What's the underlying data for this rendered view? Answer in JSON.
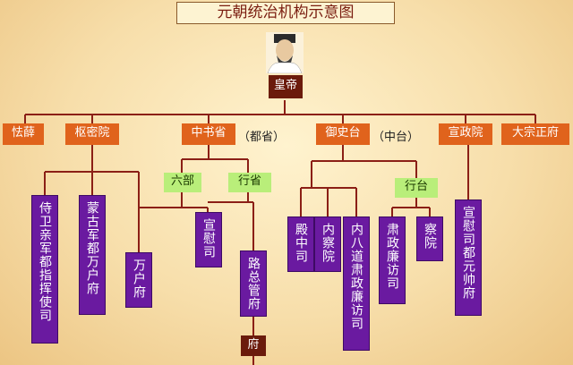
{
  "title": "元朝统治机构示意图",
  "emperor": "皇帝",
  "tier1": {
    "xuanzheng_left": "怯薛",
    "shumi": "枢密院",
    "zhongshu": "中书省",
    "zhongshu_note": "（都省）",
    "yushi": "御史台",
    "yushi_note": "（中台）",
    "xuanzheng": "宣政院",
    "dazong": "大宗正府"
  },
  "tier2": {
    "liubu": "六部",
    "xingsheng": "行省",
    "xingtai": "行台"
  },
  "leaves": {
    "shiwei": "侍卫亲军都指挥使司",
    "menggu": "蒙古军都万户府",
    "wanhu": "万户府",
    "xuanwei": "宣慰司",
    "lu": "路总管府",
    "dianzhong": "殿中司",
    "neicha": "内察院",
    "neibadao": "内八道肃政廉访司",
    "suzheng": "肃政廉访司",
    "chayuan": "察院",
    "xuanwei_yuanshuai": "宣慰司都元帅府"
  },
  "fu": "府"
}
